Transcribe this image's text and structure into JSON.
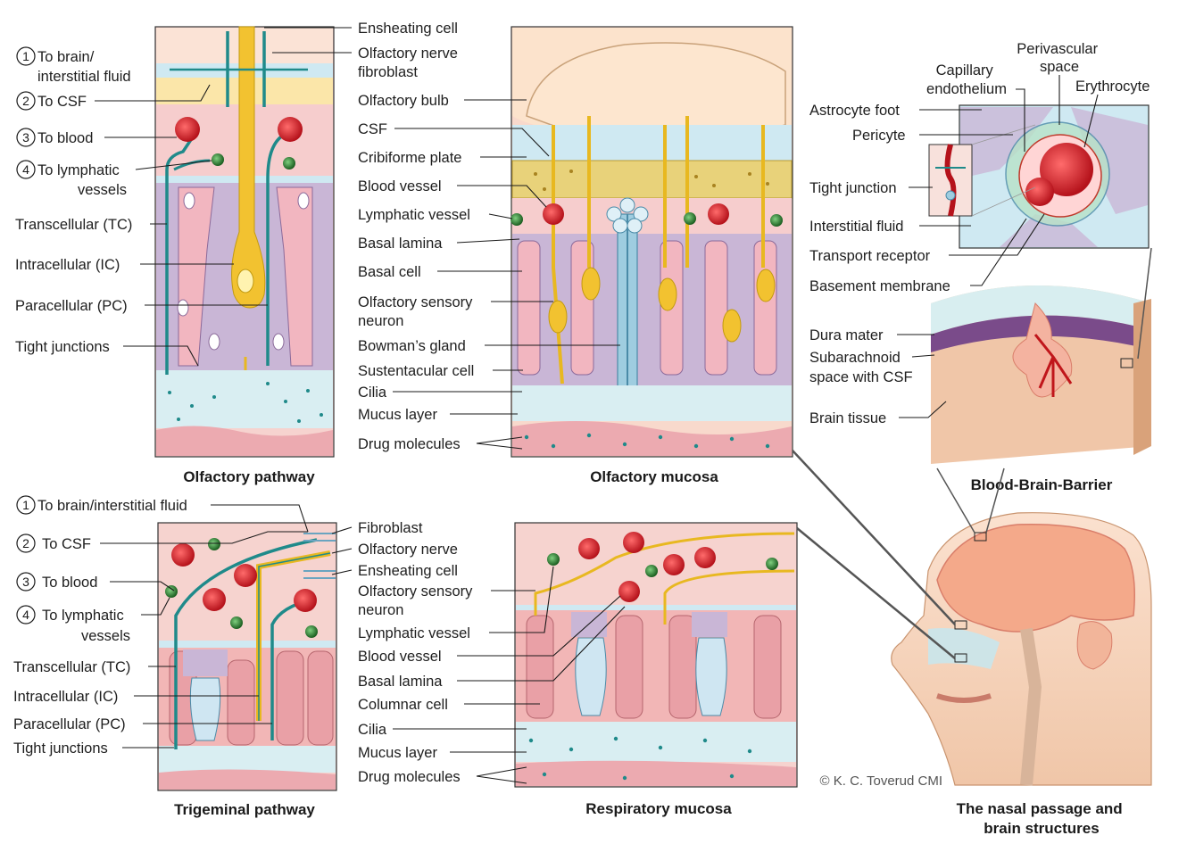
{
  "panels": {
    "olfactory_pathway": {
      "caption": "Olfactory pathway",
      "routes": [
        {
          "num": "1",
          "label": "To brain/\ninterstitial fluid"
        },
        {
          "num": "2",
          "label": "To CSF"
        },
        {
          "num": "3",
          "label": "To blood"
        },
        {
          "num": "4",
          "label": "To lymphatic\nvessels"
        }
      ],
      "labels": [
        "Transcellular (TC)",
        "Intracellular (IC)",
        "Paracellular (PC)",
        "Tight junctions"
      ]
    },
    "olfactory_mucosa": {
      "caption": "Olfactory mucosa",
      "labels": [
        "Ensheating cell",
        "Olfactory nerve\nfibroblast",
        "Olfactory bulb",
        "CSF",
        "Cribiforme plate",
        "Blood vessel",
        "Lymphatic vessel",
        "Basal lamina",
        "Basal cell",
        "Olfactory sensory\nneuron",
        "Bowman’s gland",
        "Sustentacular cell",
        "Cilia",
        "Mucus layer",
        "Drug molecules"
      ]
    },
    "bbb": {
      "caption": "Blood-Brain-Barrier",
      "labels": [
        "Perivascular\nspace",
        "Capillary\nendothelium",
        "Erythrocyte",
        "Astrocyte foot",
        "Pericyte",
        "Tight junction",
        "Interstitial fluid",
        "Transport receptor",
        "Basement membrane",
        "Dura mater",
        "Subarachnoid\nspace with CSF",
        "Brain tissue"
      ]
    },
    "trigeminal_pathway": {
      "caption": "Trigeminal pathway",
      "routes": [
        {
          "num": "1",
          "label": "To brain/interstitial fluid"
        },
        {
          "num": "2",
          "label": "To CSF"
        },
        {
          "num": "3",
          "label": "To blood"
        },
        {
          "num": "4",
          "label": "To lymphatic\nvessels"
        }
      ],
      "labels": [
        "Transcellular (TC)",
        "Intracellular (IC)",
        "Paracellular (PC)",
        "Tight junctions"
      ]
    },
    "respiratory_mucosa": {
      "caption": "Respiratory mucosa",
      "labels": [
        "Fibroblast",
        "Olfactory nerve",
        "Ensheating cell",
        "Olfactory sensory\nneuron",
        "Lymphatic vessel",
        "Blood vessel",
        "Basal lamina",
        "Columnar cell",
        "Cilia",
        "Mucus layer",
        "Drug molecules"
      ]
    },
    "head": {
      "caption": "The nasal passage and\nbrain structures",
      "credit": "© K. C. Toverud CMI"
    }
  },
  "colors": {
    "epithelium": "#c9b6d6",
    "pink_tissue": "#f3c9c6",
    "blood": "#d8272b",
    "lymph": "#2e7d32",
    "neuron": "#f2c230",
    "flow": "#1f8a8a",
    "mucus": "#d9eef2",
    "bone": "#e8d27a"
  }
}
